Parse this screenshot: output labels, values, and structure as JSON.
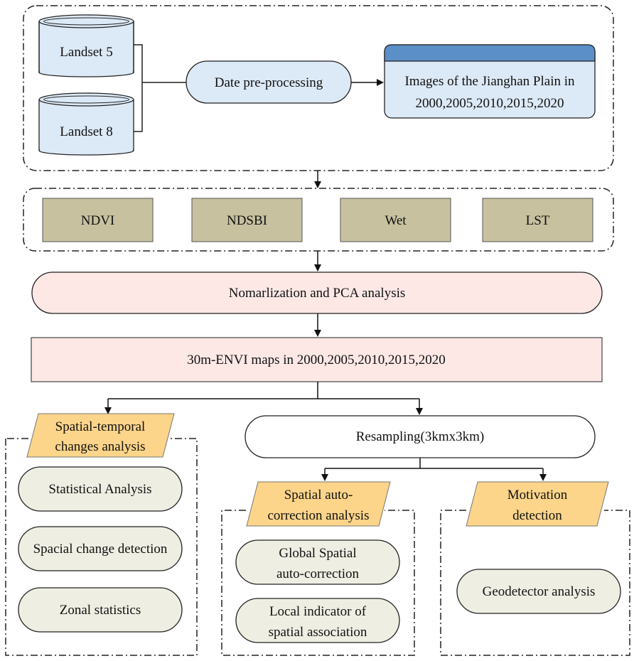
{
  "inputs": {
    "landsat5": "Landset 5",
    "landsat8": "Landset 8"
  },
  "preprocessing": "Date pre-processing",
  "images_box": {
    "line1": "Images of the Jianghan Plain in",
    "line2": "2000,2005,2010,2015,2020"
  },
  "indicators": [
    "NDVI",
    "NDSBI",
    "Wet",
    "LST"
  ],
  "normalization": "Nomarlization and PCA analysis",
  "maps": "30m-ENVI maps in 2000,2005,2010,2015,2020",
  "resampling": "Resampling(3kmx3km)",
  "spatial_temporal": {
    "title_line1": "Spatial-temporal",
    "title_line2": "changes analysis",
    "items": [
      "Statistical Analysis",
      "Spacial change detection",
      "Zonal statistics"
    ]
  },
  "autocorrelation": {
    "title_line1": "Spatial auto-",
    "title_line2": "correction analysis",
    "item1_line1": "Global Spatial",
    "item1_line2": "auto-correction",
    "item2_line1": "Local indicator of",
    "item2_line2": "spatial association"
  },
  "motivation": {
    "title_line1": "Motivation",
    "title_line2": "detection",
    "item": "Geodetector analysis"
  },
  "colors": {
    "indicator_fill": "#c7c1a0",
    "blue_fill": "#dce9f6",
    "blue_header": "#5b8fc7",
    "pink_fill": "#fde8e6",
    "yellow_fill": "#fcd48a",
    "pill_fill": "#eeeee3",
    "stroke": "#222222"
  }
}
